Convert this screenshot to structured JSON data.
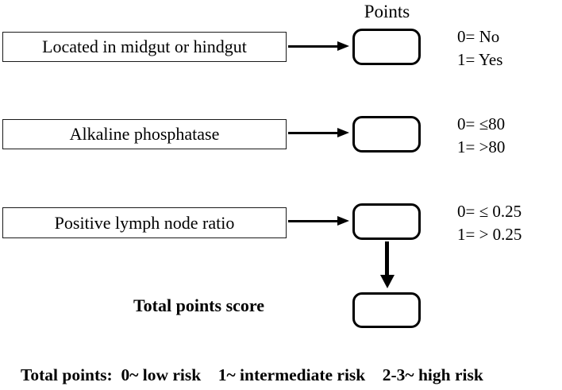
{
  "header": {
    "points_label": "Points"
  },
  "rows": [
    {
      "factor": "Located in midgut or hindgut",
      "score_zero": "0= No",
      "score_one": "1= Yes"
    },
    {
      "factor": "Alkaline phosphatase",
      "score_zero": "0= ≤80",
      "score_one": "1= >80"
    },
    {
      "factor": "Positive lymph node ratio",
      "score_zero": "0= ≤ 0.25",
      "score_one": "1= > 0.25"
    }
  ],
  "total": {
    "caption": "Total points score"
  },
  "risk": {
    "full_line": "Total points:  0~ low risk    1~ intermediate risk    2-3~ high risk",
    "prefix": "Total points:",
    "low": "0~ low risk",
    "intermediate": "1~ intermediate risk",
    "high": "2-3~ high risk"
  },
  "colors": {
    "ink": "#000000",
    "box_outline": "#1a1a1a",
    "background": "#ffffff"
  }
}
